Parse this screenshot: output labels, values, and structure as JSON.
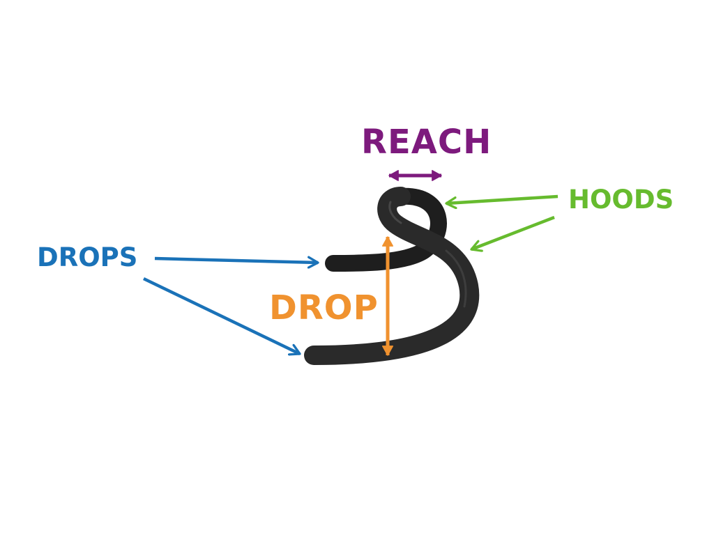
{
  "labels": {
    "reach": "REACH",
    "hoods": "HOODS",
    "drops": "DROPS",
    "drop": "DROP"
  },
  "colors": {
    "reach": "#7d1a7d",
    "hoods": "#66bb2e",
    "drops": "#1a72b8",
    "drop": "#f0922f",
    "handlebar": "#1e1e1e",
    "background": "#ffffff"
  }
}
